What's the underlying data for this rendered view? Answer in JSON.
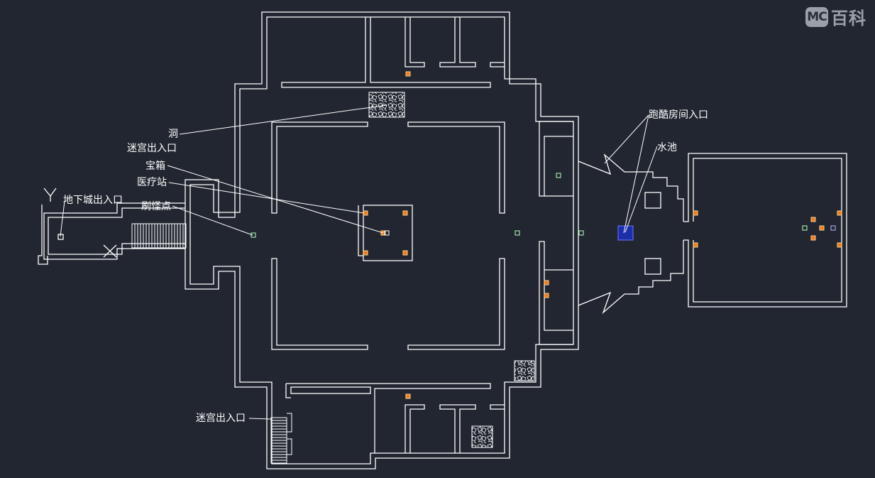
{
  "watermark": {
    "badge": "MC",
    "text": "百科"
  },
  "labels": {
    "hole": "洞",
    "maze_exit_top": "迷宫出入口",
    "chest": "宝箱",
    "medical": "医疗站",
    "spawn": "刷怪点",
    "dungeon": "地下城出入口",
    "parkour": "跑酷房间入口",
    "pool": "水池",
    "maze_exit_bottom": "迷宫出入口"
  },
  "colors": {
    "background": "#212630",
    "wall": "#ffffff",
    "chest_fill": "#f07a1a",
    "spawn_marker": "#9fe0a8",
    "pool_fill": "#1c2ea8",
    "pool_border": "#6a78ff"
  }
}
